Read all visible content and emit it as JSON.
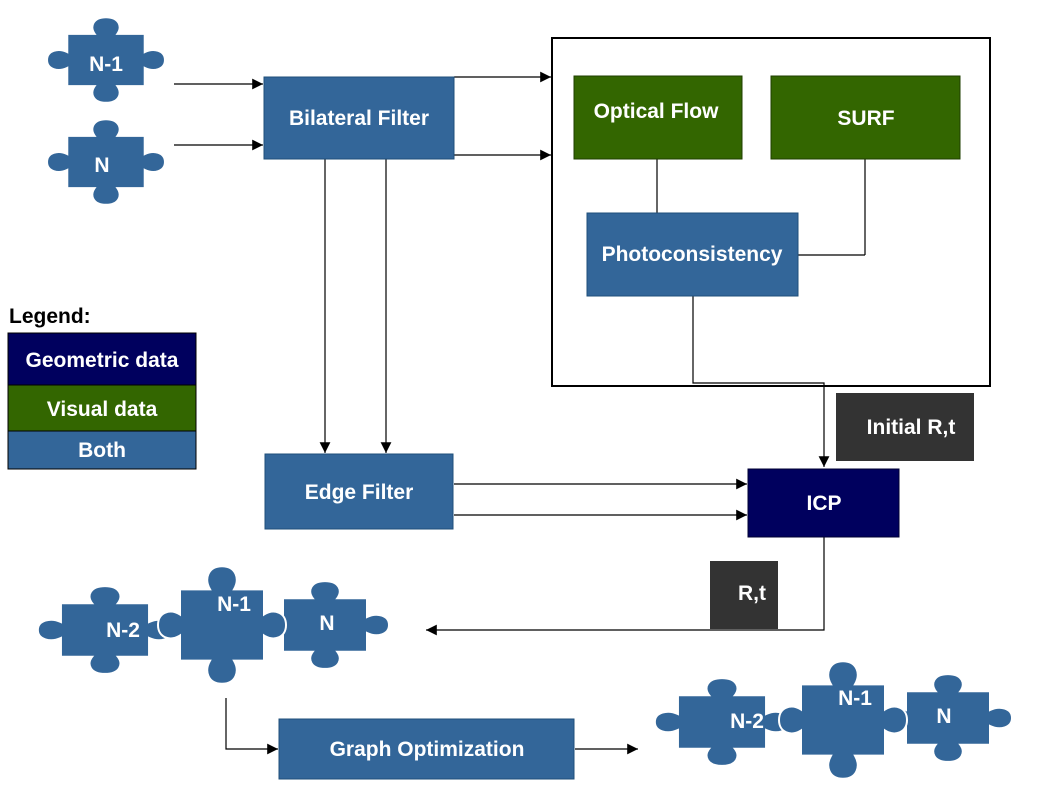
{
  "colors": {
    "geometric": "#00005e",
    "visual": "#336600",
    "both": "#336699",
    "dark_label": "#333333",
    "line": "#000000",
    "puzzle_stroke": "#ffffff"
  },
  "inputs": {
    "top_piece": "N-1",
    "bottom_piece": "N"
  },
  "boxes": {
    "bilateral_filter": "Bilateral Filter",
    "optical_flow": "Optical Flow",
    "surf": "SURF",
    "photoconsistency": "Photoconsistency",
    "edge_filter": "Edge Filter",
    "icp": "ICP",
    "initial_rt": "Initial R,t",
    "rt": "R,t",
    "graph_optimization": "Graph Optimization"
  },
  "legend": {
    "title": "Legend:",
    "geometric": "Geometric data",
    "visual": "Visual data",
    "both": "Both"
  },
  "middle_chain": [
    "N-2",
    "N-1",
    "N"
  ],
  "output_chain": [
    "N-2",
    "N-1",
    "N"
  ]
}
